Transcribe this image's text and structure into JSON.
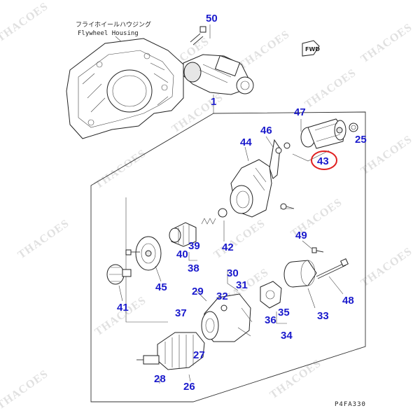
{
  "header": {
    "title_jp": "フライホイールハウジング",
    "title_en": "Flywheel Housing"
  },
  "fwd_label": "FWD",
  "diagram_code": "P4FA330",
  "watermark": "THACOES",
  "highlight_color": "#e02020",
  "callout_color": "#1a1acc",
  "callouts": [
    {
      "id": "50",
      "label": "50"
    },
    {
      "id": "1",
      "label": "1"
    },
    {
      "id": "47",
      "label": "47"
    },
    {
      "id": "46",
      "label": "46"
    },
    {
      "id": "44",
      "label": "44"
    },
    {
      "id": "25",
      "label": "25"
    },
    {
      "id": "43",
      "label": "43",
      "highlighted": true
    },
    {
      "id": "49",
      "label": "49"
    },
    {
      "id": "40",
      "label": "40"
    },
    {
      "id": "39",
      "label": "39"
    },
    {
      "id": "42",
      "label": "42"
    },
    {
      "id": "38",
      "label": "38"
    },
    {
      "id": "45",
      "label": "45"
    },
    {
      "id": "41",
      "label": "41"
    },
    {
      "id": "30",
      "label": "30"
    },
    {
      "id": "29",
      "label": "29"
    },
    {
      "id": "32",
      "label": "32"
    },
    {
      "id": "31",
      "label": "31"
    },
    {
      "id": "37",
      "label": "37"
    },
    {
      "id": "48",
      "label": "48"
    },
    {
      "id": "33",
      "label": "33"
    },
    {
      "id": "35",
      "label": "35"
    },
    {
      "id": "36",
      "label": "36"
    },
    {
      "id": "34",
      "label": "34"
    },
    {
      "id": "27",
      "label": "27"
    },
    {
      "id": "28",
      "label": "28"
    },
    {
      "id": "26",
      "label": "26"
    }
  ]
}
